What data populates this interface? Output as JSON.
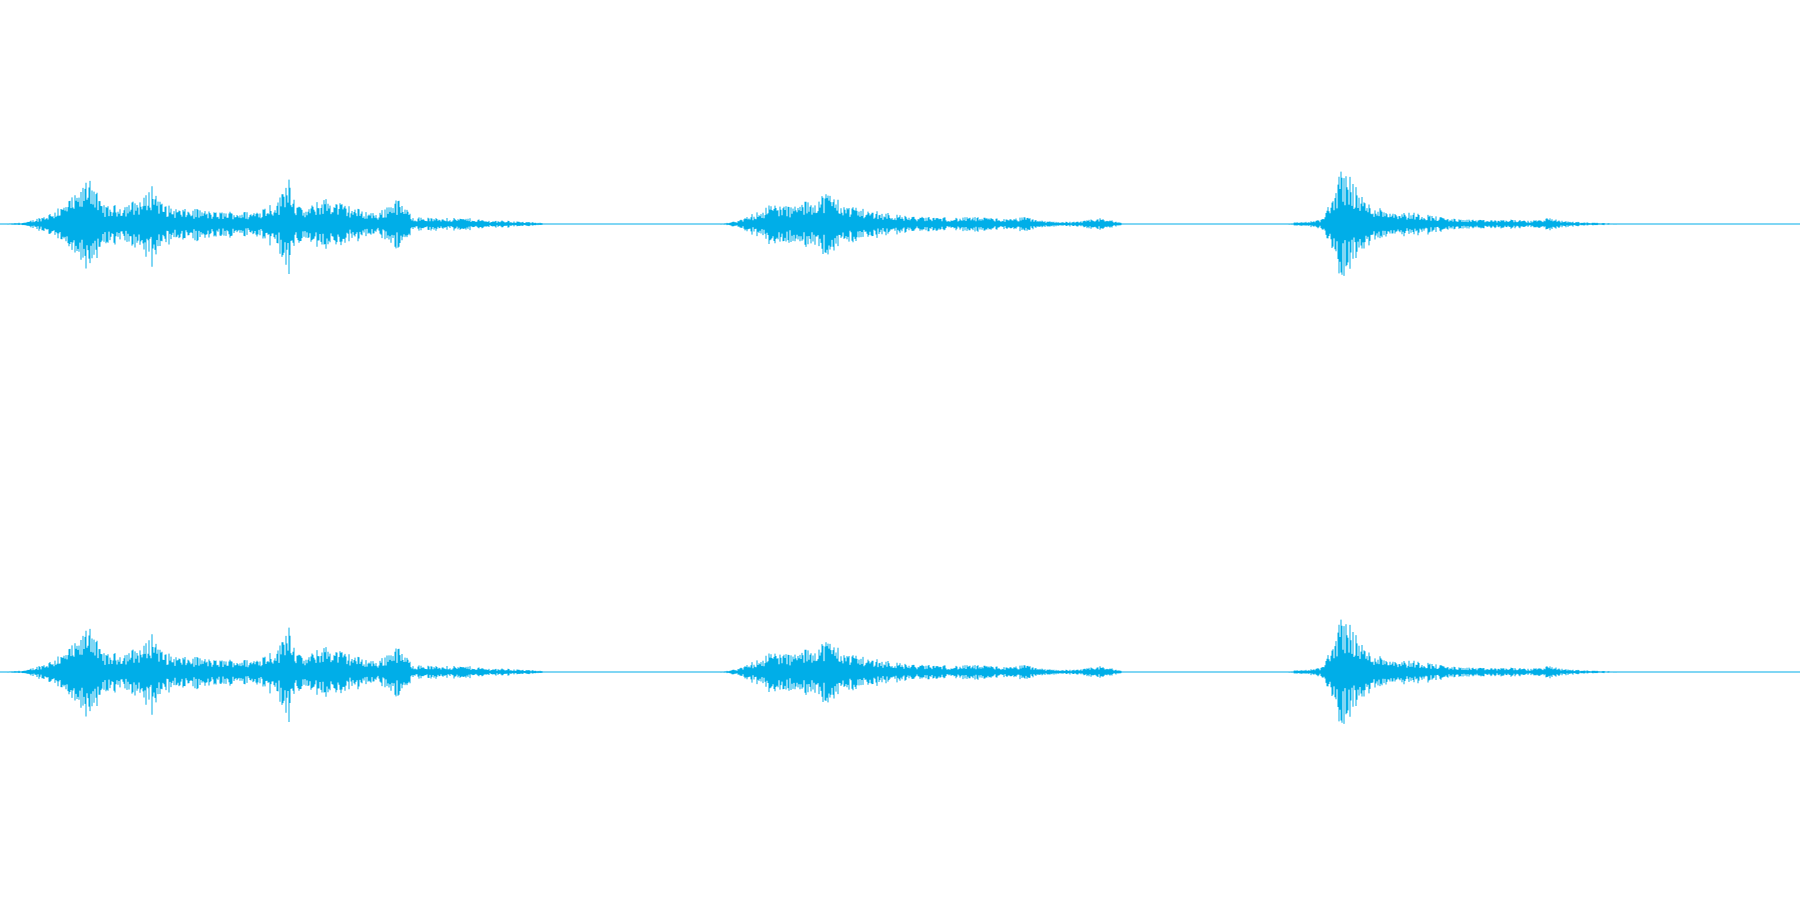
{
  "chart_data": {
    "type": "area",
    "title": "",
    "xlabel": "",
    "ylabel": "",
    "grid": false,
    "legend": "none",
    "color": "#00aee8",
    "xlim": [
      0,
      1
    ],
    "ylim": [
      -1,
      1
    ],
    "channels": [
      {
        "segments": [
          {
            "x": [
              0.0,
              0.015,
              0.025,
              0.035,
              0.04,
              0.045,
              0.05,
              0.055,
              0.06,
              0.07,
              0.08,
              0.085,
              0.09,
              0.1,
              0.11,
              0.12,
              0.13,
              0.14,
              0.15,
              0.155,
              0.16,
              0.165,
              0.17,
              0.18,
              0.19,
              0.2,
              0.21,
              0.22,
              0.23,
              0.24,
              0.25,
              0.26,
              0.27,
              0.28,
              0.29,
              0.3,
              0.305
            ],
            "peak": [
              0.0,
              0.03,
              0.15,
              0.3,
              0.45,
              0.55,
              0.95,
              0.4,
              0.3,
              0.35,
              0.45,
              0.7,
              0.35,
              0.25,
              0.25,
              0.2,
              0.22,
              0.2,
              0.35,
              0.4,
              0.95,
              0.3,
              0.25,
              0.45,
              0.35,
              0.25,
              0.18,
              0.45,
              0.12,
              0.1,
              0.1,
              0.1,
              0.06,
              0.06,
              0.04,
              0.02,
              0.0
            ]
          },
          {
            "x": [
              0.4,
              0.41,
              0.415,
              0.42,
              0.43,
              0.44,
              0.45,
              0.46,
              0.465,
              0.47,
              0.48,
              0.49,
              0.5,
              0.51,
              0.52,
              0.53,
              0.54,
              0.55,
              0.56,
              0.57,
              0.58,
              0.59,
              0.6,
              0.61,
              0.62,
              0.625
            ],
            "peak": [
              0.0,
              0.05,
              0.12,
              0.2,
              0.35,
              0.3,
              0.4,
              0.55,
              0.45,
              0.3,
              0.25,
              0.2,
              0.15,
              0.12,
              0.12,
              0.1,
              0.12,
              0.1,
              0.08,
              0.12,
              0.05,
              0.04,
              0.04,
              0.1,
              0.05,
              0.0
            ]
          },
          {
            "x": [
              0.715,
              0.72,
              0.73,
              0.735,
              0.74,
              0.745,
              0.75,
              0.755,
              0.76,
              0.77,
              0.78,
              0.79,
              0.8,
              0.81,
              0.82,
              0.83,
              0.84,
              0.85,
              0.86,
              0.87,
              0.88,
              0.89,
              0.9
            ],
            "peak": [
              0.0,
              0.03,
              0.05,
              0.1,
              0.45,
              0.92,
              0.85,
              0.5,
              0.35,
              0.25,
              0.2,
              0.18,
              0.12,
              0.08,
              0.07,
              0.06,
              0.08,
              0.05,
              0.1,
              0.05,
              0.03,
              0.02,
              0.0
            ]
          }
        ]
      },
      {
        "segments": [
          {
            "x": [
              0.0,
              0.015,
              0.025,
              0.035,
              0.04,
              0.045,
              0.05,
              0.055,
              0.06,
              0.07,
              0.08,
              0.085,
              0.09,
              0.1,
              0.11,
              0.12,
              0.13,
              0.14,
              0.15,
              0.155,
              0.16,
              0.165,
              0.17,
              0.18,
              0.19,
              0.2,
              0.21,
              0.22,
              0.23,
              0.24,
              0.25,
              0.26,
              0.27,
              0.28,
              0.29,
              0.3,
              0.305
            ],
            "peak": [
              0.0,
              0.03,
              0.15,
              0.3,
              0.45,
              0.55,
              0.95,
              0.4,
              0.3,
              0.35,
              0.45,
              0.7,
              0.35,
              0.25,
              0.25,
              0.2,
              0.22,
              0.2,
              0.35,
              0.4,
              0.95,
              0.3,
              0.25,
              0.45,
              0.35,
              0.25,
              0.18,
              0.45,
              0.12,
              0.1,
              0.1,
              0.1,
              0.06,
              0.06,
              0.04,
              0.02,
              0.0
            ]
          },
          {
            "x": [
              0.4,
              0.41,
              0.415,
              0.42,
              0.43,
              0.44,
              0.45,
              0.46,
              0.465,
              0.47,
              0.48,
              0.49,
              0.5,
              0.51,
              0.52,
              0.53,
              0.54,
              0.55,
              0.56,
              0.57,
              0.58,
              0.59,
              0.6,
              0.61,
              0.62,
              0.625
            ],
            "peak": [
              0.0,
              0.05,
              0.12,
              0.2,
              0.35,
              0.3,
              0.4,
              0.55,
              0.45,
              0.3,
              0.25,
              0.2,
              0.15,
              0.12,
              0.12,
              0.1,
              0.12,
              0.1,
              0.08,
              0.12,
              0.05,
              0.04,
              0.04,
              0.1,
              0.05,
              0.0
            ]
          },
          {
            "x": [
              0.715,
              0.72,
              0.73,
              0.735,
              0.74,
              0.745,
              0.75,
              0.755,
              0.76,
              0.77,
              0.78,
              0.79,
              0.8,
              0.81,
              0.82,
              0.83,
              0.84,
              0.85,
              0.86,
              0.87,
              0.88,
              0.89,
              0.9
            ],
            "peak": [
              0.0,
              0.03,
              0.05,
              0.1,
              0.45,
              0.92,
              0.85,
              0.5,
              0.35,
              0.25,
              0.2,
              0.18,
              0.12,
              0.08,
              0.07,
              0.06,
              0.08,
              0.05,
              0.1,
              0.05,
              0.03,
              0.02,
              0.0
            ]
          }
        ]
      }
    ]
  }
}
